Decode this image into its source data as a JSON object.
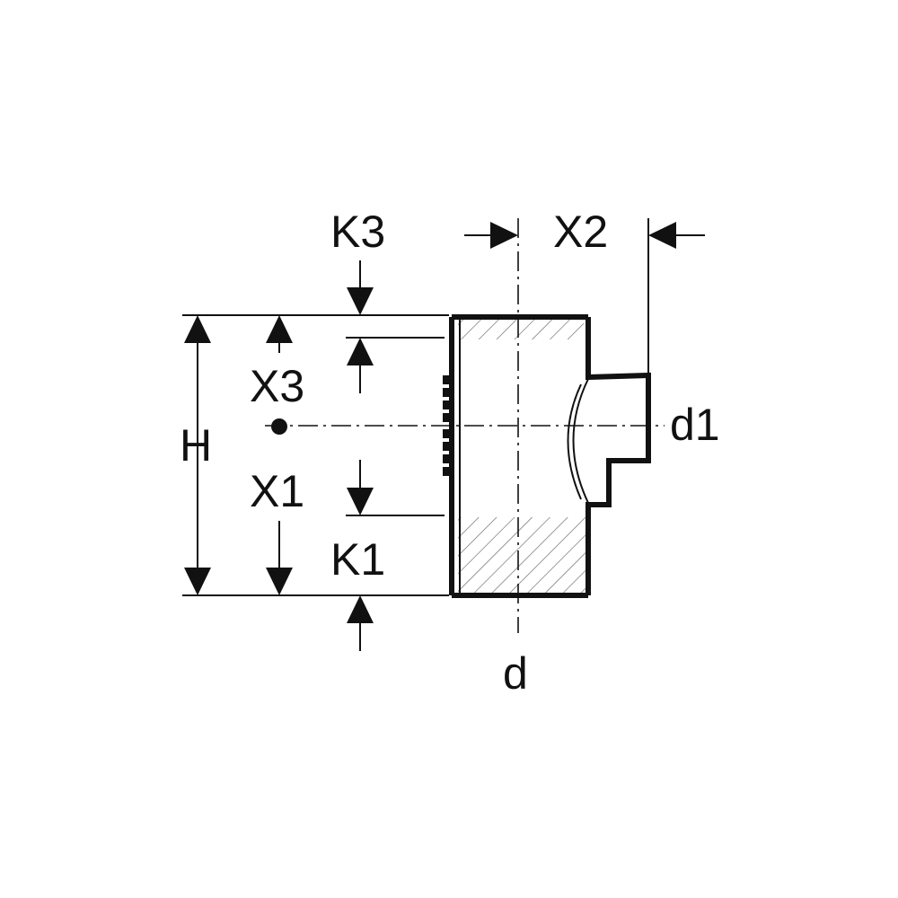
{
  "labels": {
    "k3": "K3",
    "x2": "X2",
    "x3": "X3",
    "h": "H",
    "d1": "d1",
    "x1": "X1",
    "k1": "K1",
    "d": "d"
  },
  "colors": {
    "line": "#111111",
    "hatch": "#666666",
    "background": "#ffffff"
  }
}
